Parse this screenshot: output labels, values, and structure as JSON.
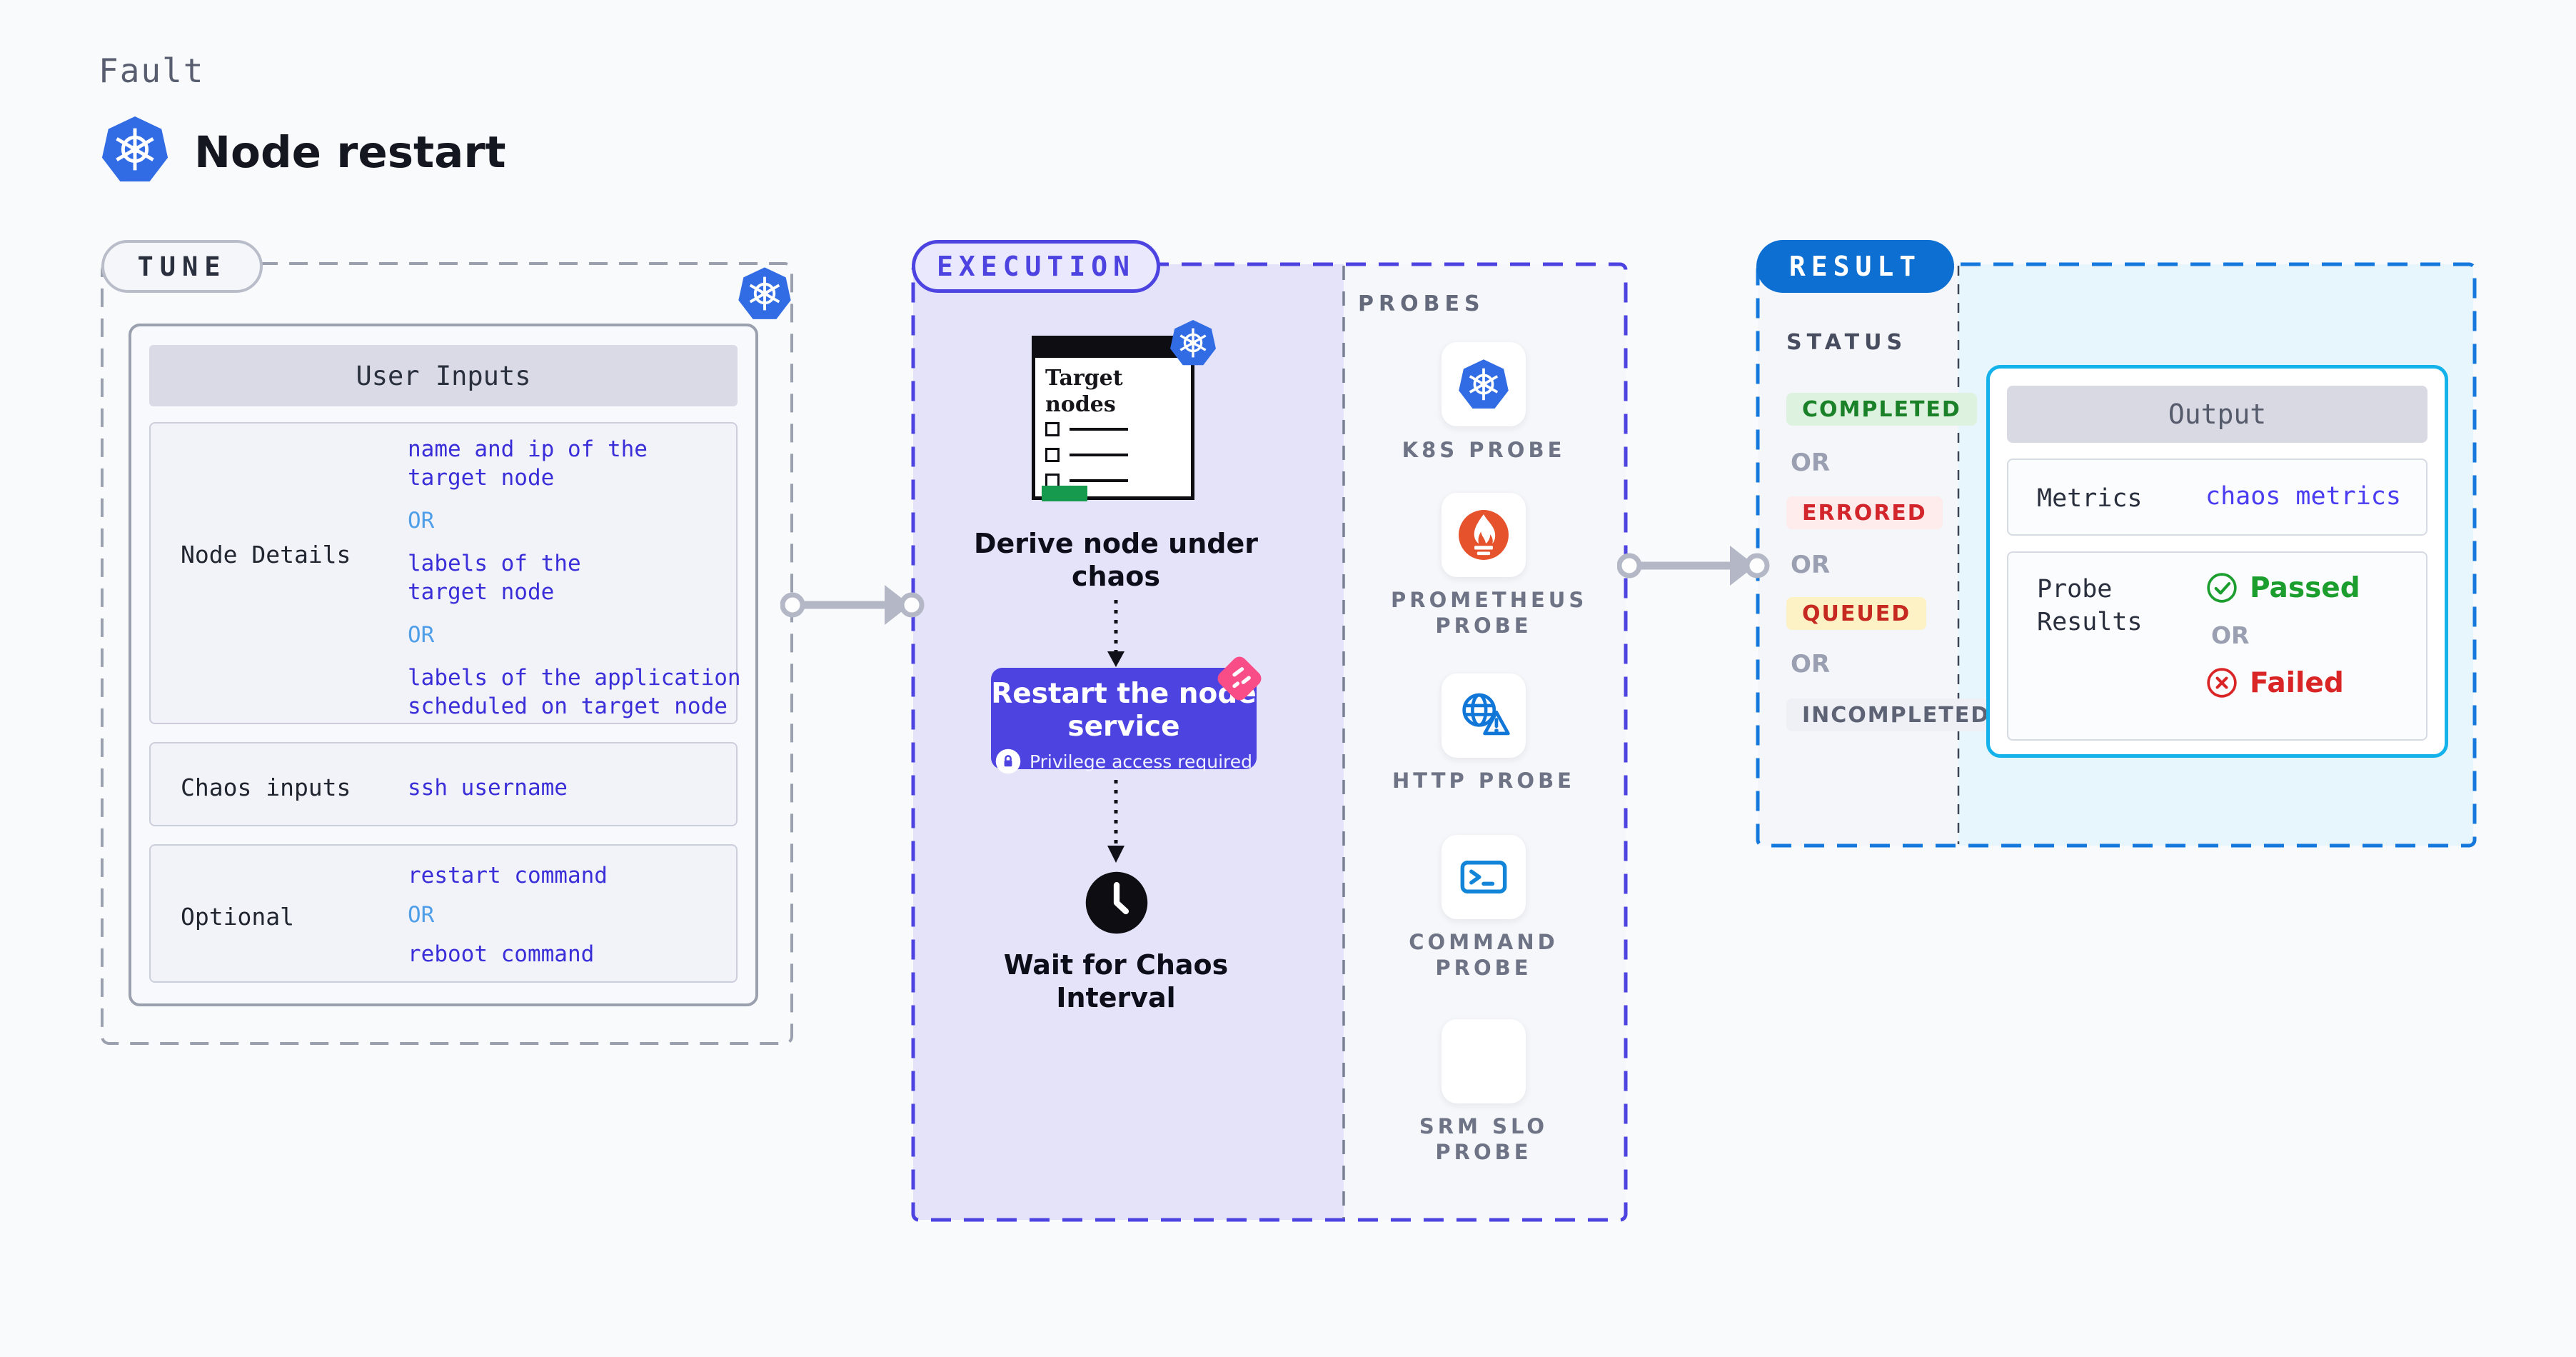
{
  "header": {
    "eyebrow": "Fault",
    "title": "Node restart"
  },
  "tune": {
    "badge": "TUNE",
    "card_header": "User Inputs",
    "rows": [
      {
        "label": "Node Details",
        "lines": [
          {
            "text": "name and ip of the"
          },
          {
            "text": "target node"
          },
          {
            "text": "OR",
            "or": true
          },
          {
            "text": "labels of the"
          },
          {
            "text": "target node"
          },
          {
            "text": "OR",
            "or": true
          },
          {
            "text": "labels of the application"
          },
          {
            "text": "scheduled on target node"
          }
        ]
      },
      {
        "label": "Chaos inputs",
        "lines": [
          {
            "text": "ssh username"
          }
        ]
      },
      {
        "label": "Optional",
        "lines": [
          {
            "text": "restart command"
          },
          {
            "text": "OR",
            "or": true
          },
          {
            "text": "reboot command"
          }
        ]
      }
    ]
  },
  "execution": {
    "badge": "EXECUTION",
    "target_window_title": "Target nodes",
    "step_derive": "Derive node under chaos",
    "restart_title": "Restart the node service",
    "restart_subtitle": "Privilege access required",
    "step_wait": "Wait for Chaos Interval",
    "probes_header": "PROBES",
    "probes": [
      {
        "label": "K8S PROBE",
        "icon": "kubernetes-icon"
      },
      {
        "label": "PROMETHEUS PROBE",
        "icon": "prometheus-icon"
      },
      {
        "label": "HTTP PROBE",
        "icon": "http-globe-warning-icon"
      },
      {
        "label": "COMMAND PROBE",
        "icon": "terminal-icon"
      },
      {
        "label": "SRM SLO PROBE",
        "icon": "slo-pie-check-icon"
      }
    ]
  },
  "result": {
    "badge": "RESULT",
    "status_header": "STATUS",
    "or": "OR",
    "statuses": [
      "COMPLETED",
      "ERRORED",
      "QUEUED",
      "INCOMPLETED"
    ],
    "output": {
      "header": "Output",
      "metrics_label": "Metrics",
      "metrics_value": "chaos metrics",
      "probe_results_label": "Probe Results",
      "passed": "Passed",
      "failed": "Failed"
    }
  },
  "colors": {
    "kubernetes_blue": "#326ce5",
    "execution_indigo": "#4d43e0",
    "result_blue": "#0d6fd2",
    "result_border_blue": "#1478dc",
    "output_border_cyan": "#14b2ea",
    "value_blue": "#3a2ed8",
    "or_sky_blue": "#4f9ee8",
    "completed_green": "#1b8128",
    "errored_red": "#d3262c",
    "queued_red_on_yellow": "#c5291f",
    "incompleted_gray": "#5d6375",
    "passed_green": "#1b9e2d",
    "failed_red": "#d92525",
    "prometheus_orange": "#e6522c",
    "srm_purple": "#7c3bf0",
    "pink_badge": "#f94d87",
    "button_indigo": "#4d43e0"
  }
}
